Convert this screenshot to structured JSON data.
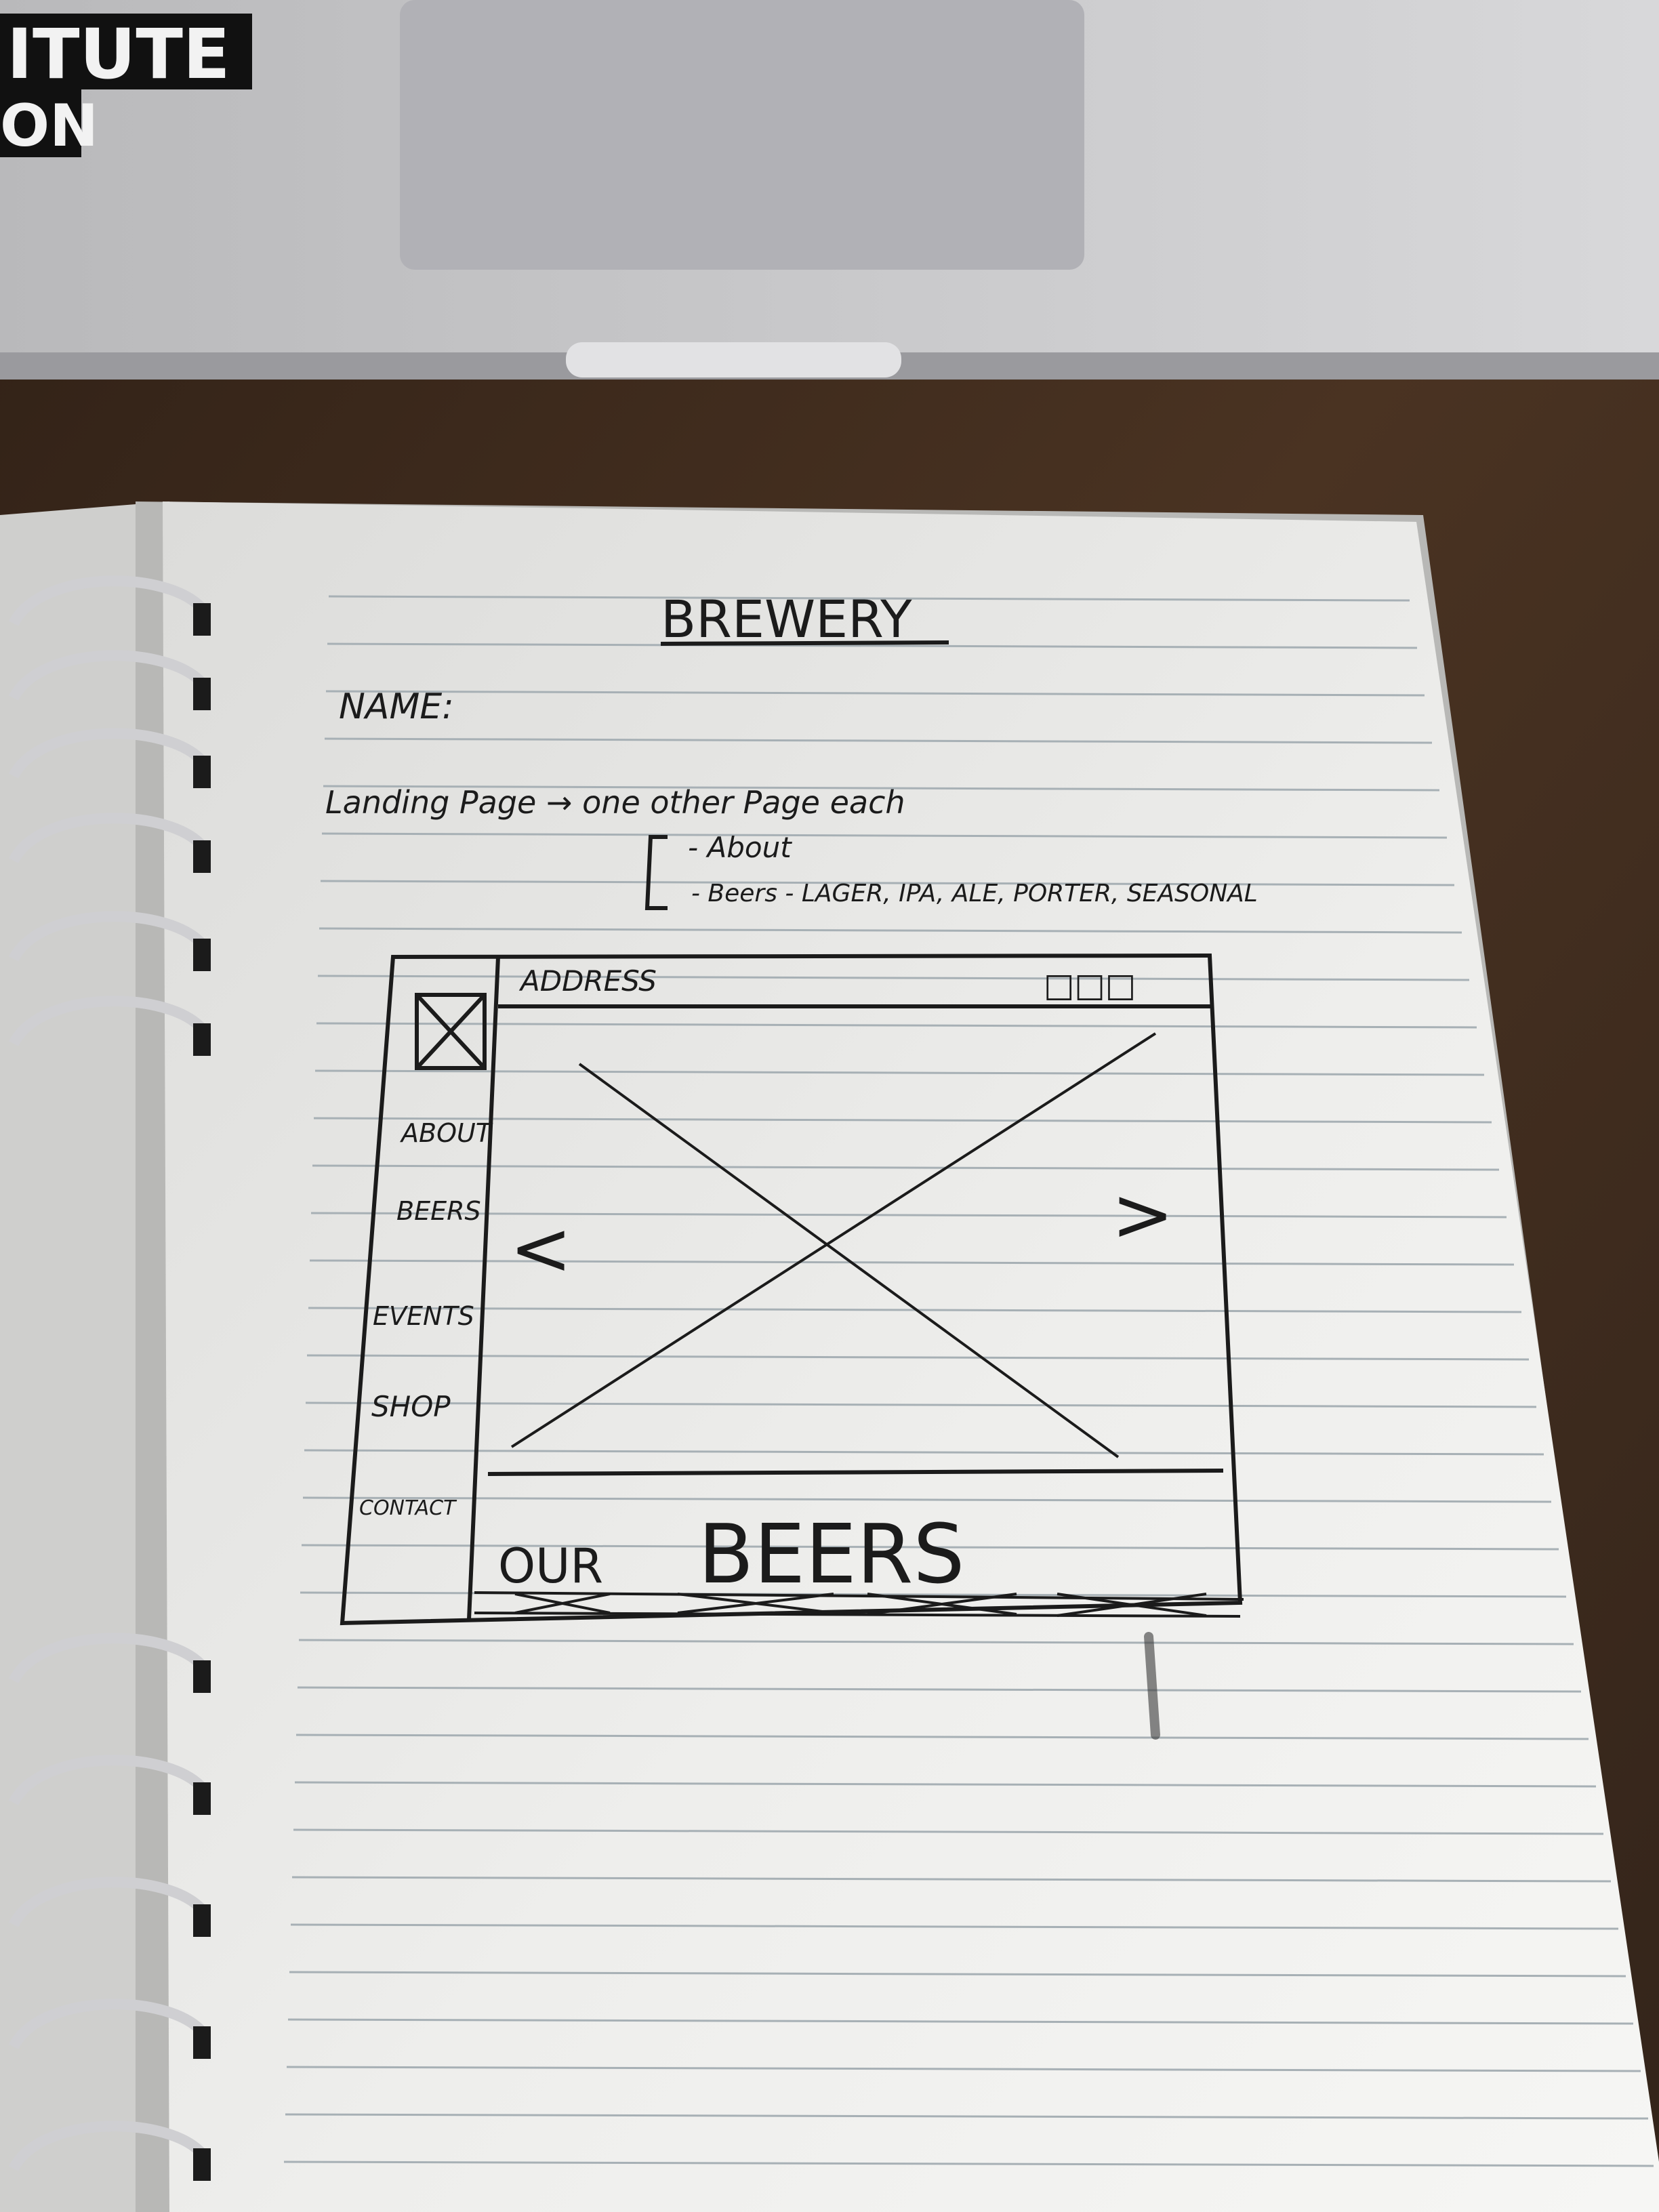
{
  "laptop": {
    "sticker_line1": "ITUTE",
    "sticker_line2": "ON"
  },
  "sketch": {
    "title": "BREWERY",
    "name_label": "NAME:",
    "landing_note": "Landing Page → one other Page each",
    "sub_about": "- About",
    "sub_beers": "- Beers - LAGER, IPA, ALE, PORTER, SEASONAL",
    "wireframe": {
      "address": "ADDRESS",
      "window_controls": "□□□",
      "nav": [
        "ABOUT",
        "BEERS",
        "EVENTS",
        "SHOP",
        "CONTACT"
      ],
      "prev_arrow": "<",
      "next_arrow": ">",
      "section_heading_small": "OUR",
      "section_heading_large": "BEERS"
    }
  },
  "colors": {
    "table": "#3d2a1c",
    "paper": "#ececea",
    "ink": "#1b1b1b",
    "laptop": "#c9c9cb",
    "trackpad": "#b3b3b8"
  }
}
